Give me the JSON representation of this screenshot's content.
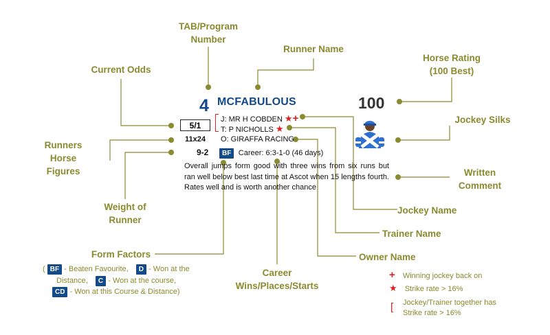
{
  "labels": {
    "tab_program_number": [
      "TAB/Program",
      "Number"
    ],
    "runner_name": "Runner Name",
    "current_odds": "Current Odds",
    "horse_rating": [
      "Horse Rating",
      "(100 Best)"
    ],
    "jockey_silks": "Jockey Silks",
    "runners_horse_figures": [
      "Runners",
      "Horse",
      "Figures"
    ],
    "written_comment": [
      "Written",
      "Comment"
    ],
    "weight_of_runner": [
      "Weight of",
      "Runner"
    ],
    "jockey_name": "Jockey Name",
    "trainer_name": "Trainer Name",
    "form_factors": "Form Factors",
    "owner_name": "Owner Name",
    "career": [
      "Career",
      "Wins/Places/Starts"
    ]
  },
  "runner": {
    "number": "4",
    "name": "MCFABULOUS",
    "rating": "100",
    "odds": "5/1",
    "figures": "11x24",
    "weight": "9-2",
    "jockey": "J: MR H COBDEN",
    "trainer": "T: P NICHOLLS",
    "owner": "O: GIRAFFA RACING",
    "form_badge": "BF",
    "career": "Career: 6:3-1-0 (46 days)",
    "comment": "Overall jumps form good with three wins from six runs but ran well below best last time at Ascot when 15 lengths fourth. Rates well and is worth another chance"
  },
  "form_factors": {
    "open_paren": "(",
    "bf": "BF",
    "bf_text": "- Beaten Favourite,",
    "d": "D",
    "d_text": "- Won at the",
    "d_text2": "Distance,",
    "c": "C",
    "c_text": "- Won at the course,",
    "cd": "CD",
    "cd_text": "- Won at this Course & Distance)"
  },
  "legend": {
    "plus_symbol": "+",
    "plus_text": "Winning jockey back on",
    "star_symbol": "★",
    "star_text": "Strike rate > 16%",
    "bracket_symbol": "[",
    "bracket_text": [
      "Jockey/Trainer together has",
      "Strike rate > 16%"
    ]
  },
  "colors": {
    "label": "#8a8a2e",
    "brand_blue": "#124a8a",
    "red": "#e02020"
  }
}
